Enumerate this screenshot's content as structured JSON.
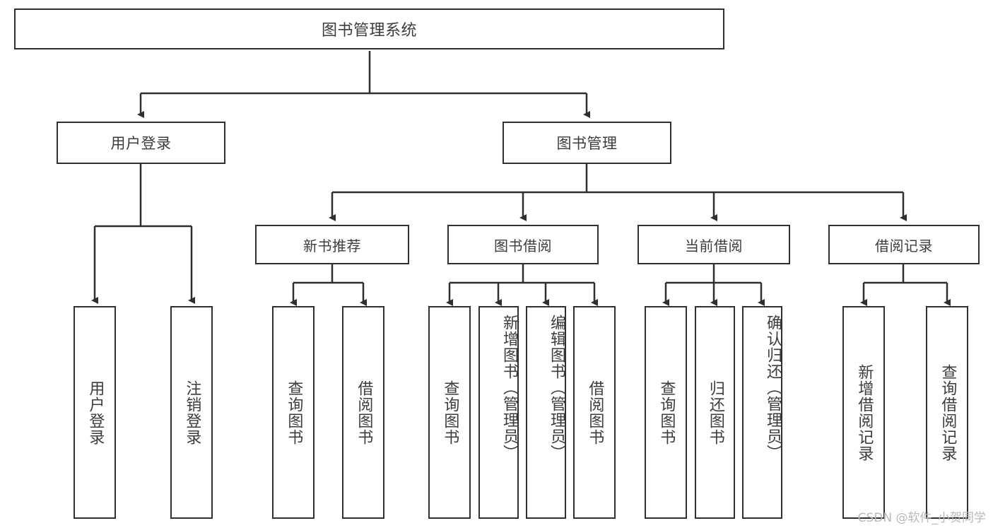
{
  "diagram": {
    "title": "图书管理系统",
    "type": "tree",
    "root": {
      "label": "图书管理系统"
    },
    "level2": [
      {
        "label": "用户登录"
      },
      {
        "label": "图书管理"
      }
    ],
    "level3": [
      {
        "label": "新书推荐",
        "parent": "图书管理"
      },
      {
        "label": "图书借阅",
        "parent": "图书管理"
      },
      {
        "label": "当前借阅",
        "parent": "图书管理"
      },
      {
        "label": "借阅记录",
        "parent": "图书管理"
      }
    ],
    "leaves": {
      "user_login": [
        {
          "label": "用户登录"
        },
        {
          "label": "注销登录"
        }
      ],
      "new_book_recommend": [
        {
          "label": "查询图书"
        },
        {
          "label": "借阅图书"
        }
      ],
      "book_borrow": [
        {
          "label": "查询图书"
        },
        {
          "label": "新增图书（管理员）"
        },
        {
          "label": "编辑图书（管理员）"
        },
        {
          "label": "借阅图书"
        }
      ],
      "current_borrow": [
        {
          "label": "查询图书"
        },
        {
          "label": "归还图书"
        },
        {
          "label": "确认归还（管理员）"
        }
      ],
      "borrow_records": [
        {
          "label": "新增借阅记录"
        },
        {
          "label": "查询借阅记录"
        }
      ]
    }
  },
  "watermark": {
    "text": "CSDN @软件_小贺同学"
  },
  "colors": {
    "border": "#2f2f2f",
    "text": "#3c3c3c",
    "background": "#ffffff",
    "watermark": "#b9b9b9"
  }
}
